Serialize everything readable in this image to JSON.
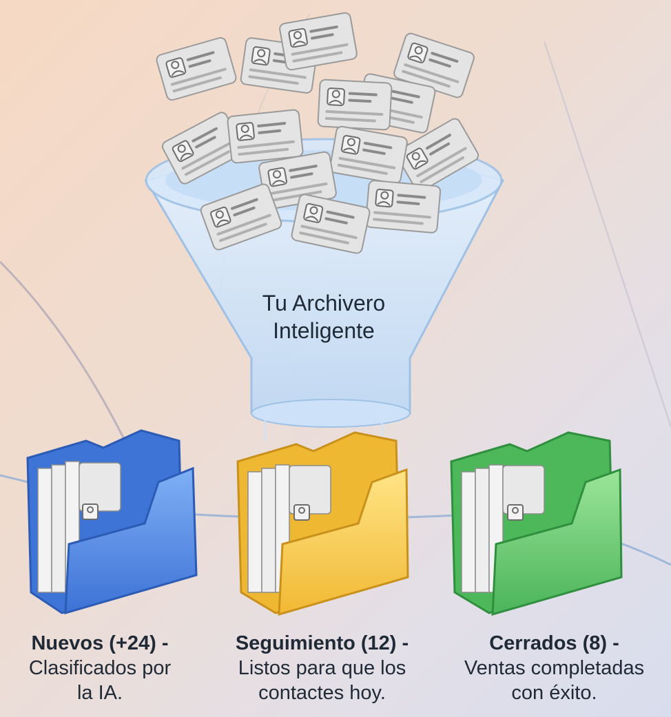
{
  "funnel": {
    "title_line1": "Tu Archivero",
    "title_line2": "Inteligente"
  },
  "folders": [
    {
      "title": "Nuevos (+24) -",
      "desc_line1": "Clasificados por",
      "desc_line2": "la IA.",
      "color": "#4a86e8"
    },
    {
      "title": "Seguimiento (12) -",
      "desc_line1": "Listos para que los",
      "desc_line2": "contactes hoy.",
      "color": "#f5c542"
    },
    {
      "title": "Cerrados (8) -",
      "desc_line1": "Ventas completadas",
      "desc_line2": "con éxito.",
      "color": "#5cc468"
    }
  ],
  "icons": [
    "contact-card-icon",
    "folder-icon",
    "funnel-icon"
  ]
}
